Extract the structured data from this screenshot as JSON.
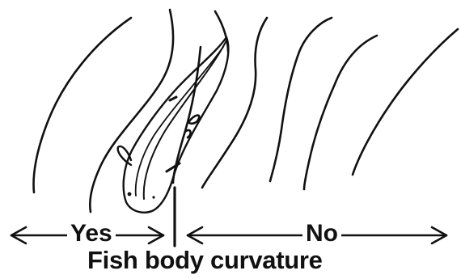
{
  "labels": {
    "yes": "Yes",
    "no": "No",
    "caption": "Fish body curvature"
  },
  "colors": {
    "ink": "#111111",
    "background": "#ffffff"
  }
}
